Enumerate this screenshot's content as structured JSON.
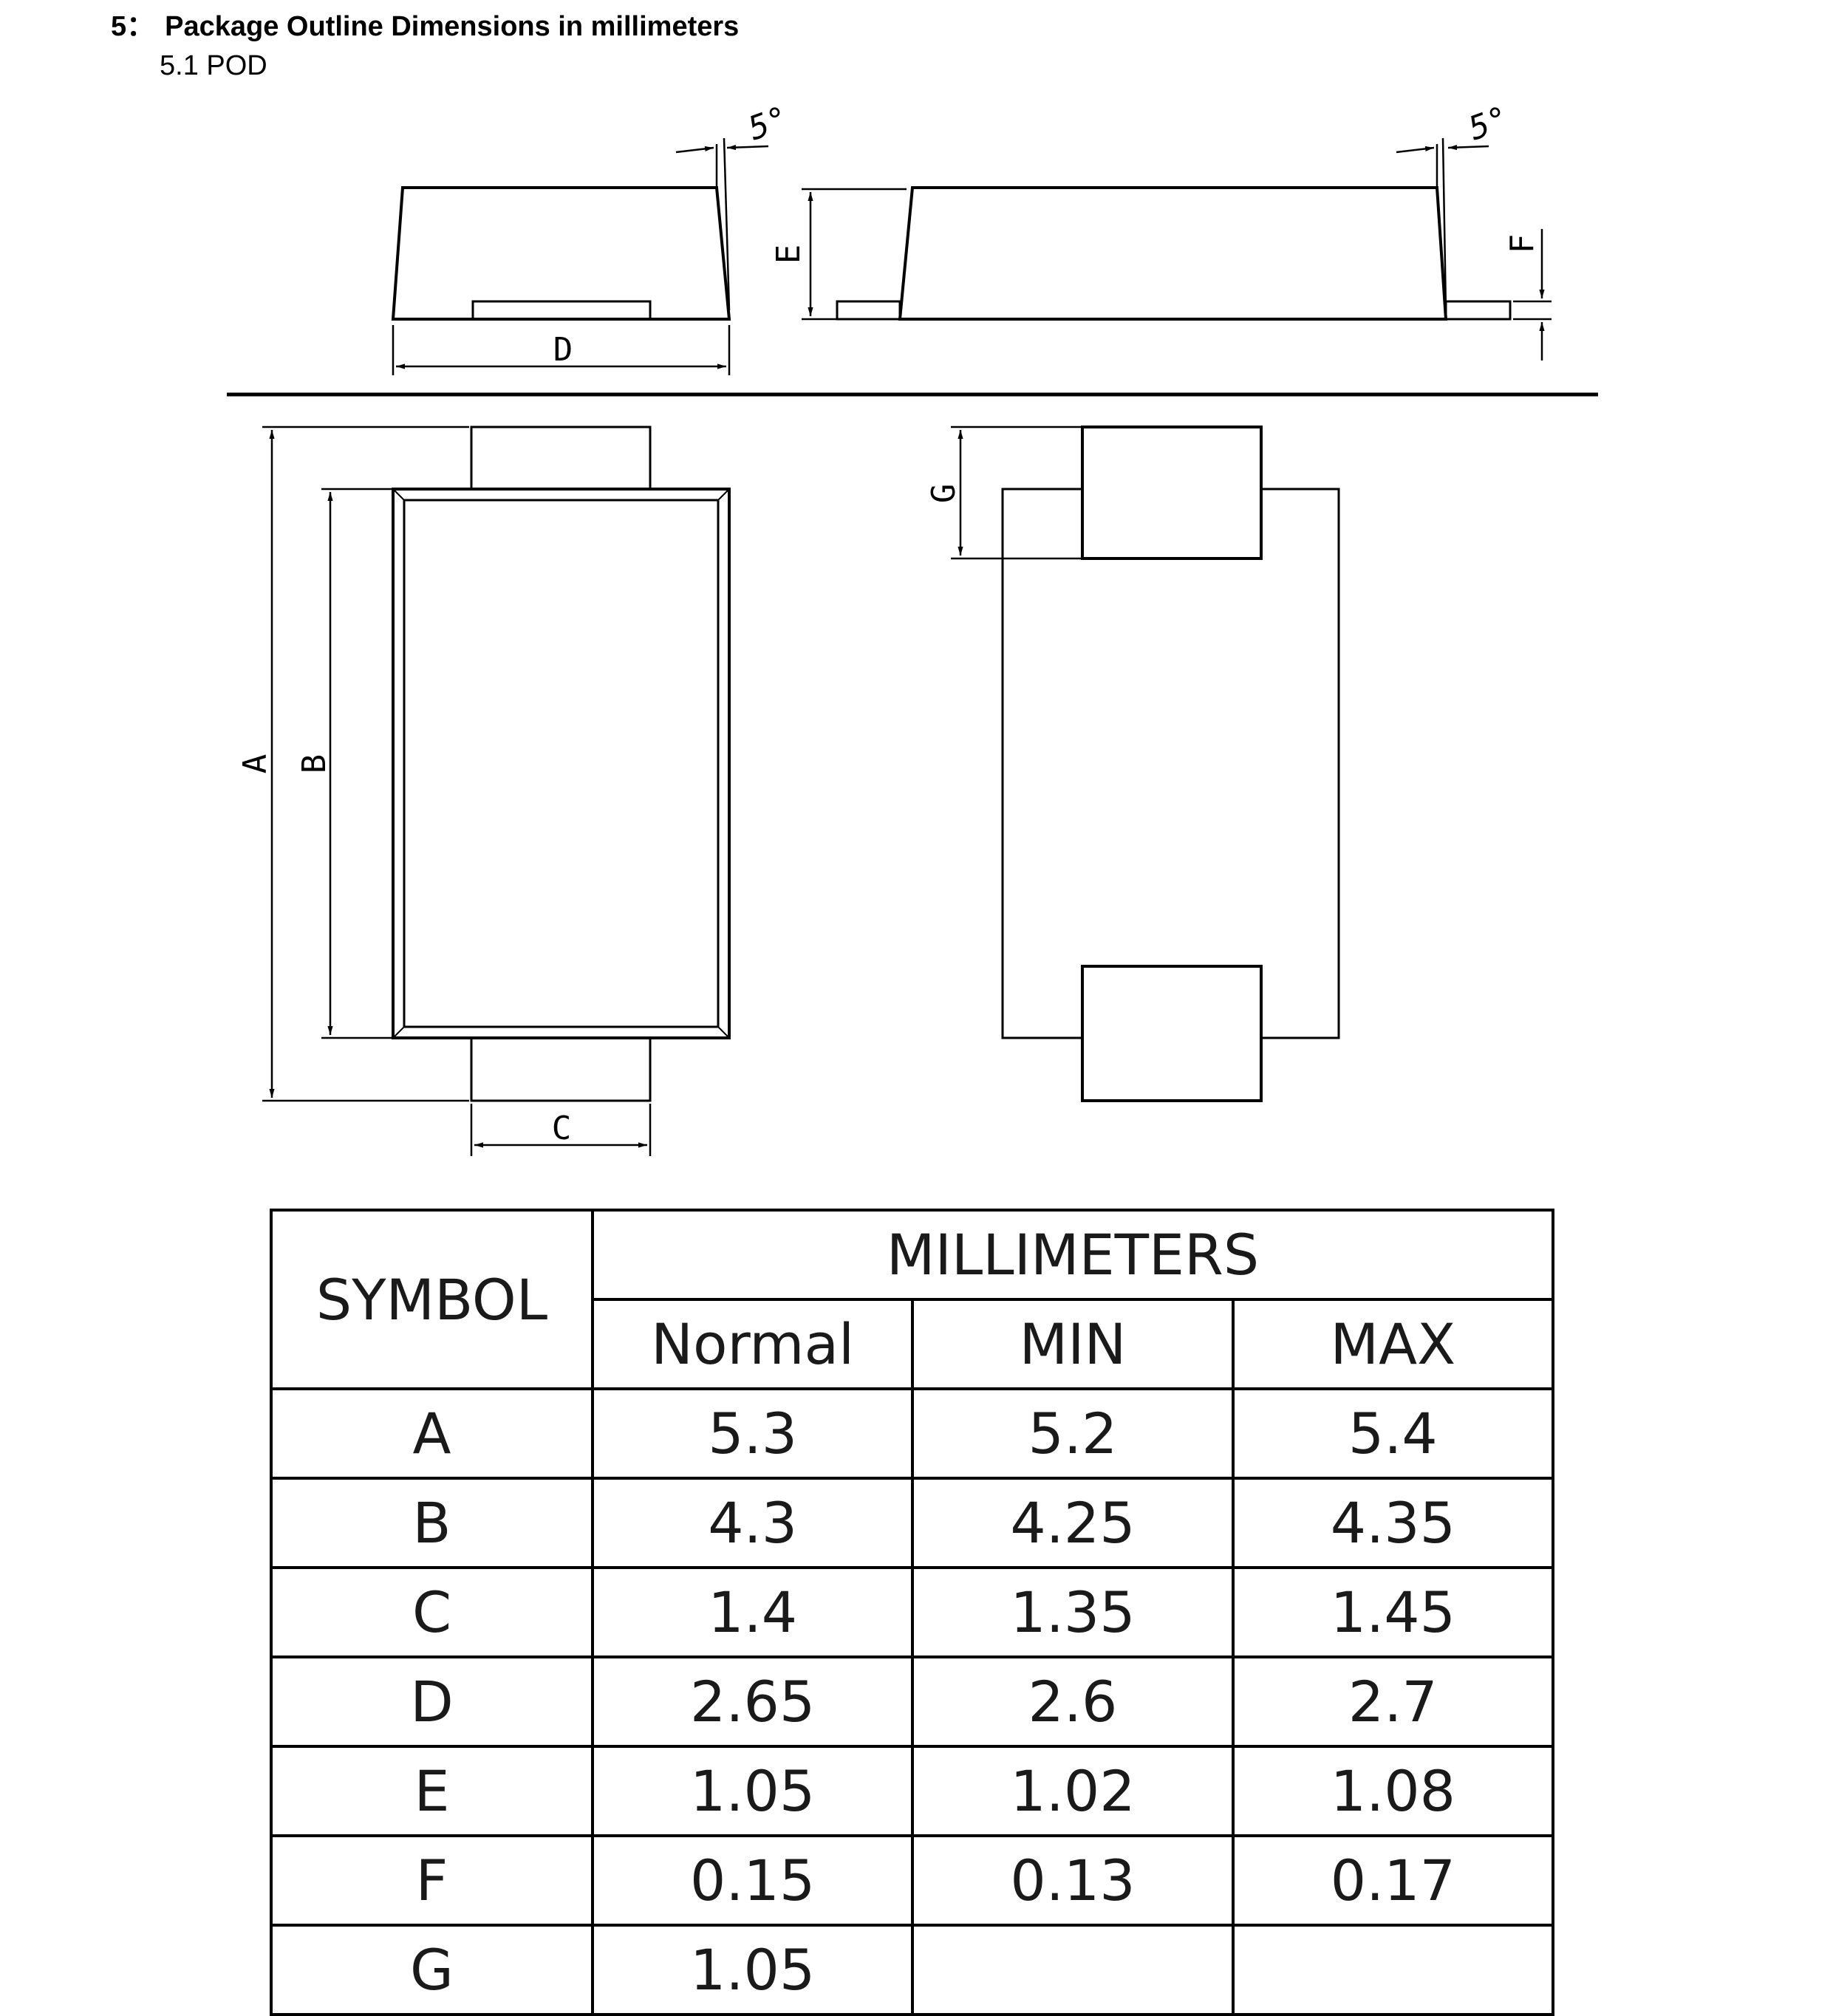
{
  "heading": {
    "number": "5：",
    "text": "Package Outline Dimensions in millimeters"
  },
  "subheading": "5.1 POD",
  "drawing": {
    "angle_left": "5°",
    "angle_right": "5°",
    "labels": {
      "A": "A",
      "B": "B",
      "C": "C",
      "D": "D",
      "E": "E",
      "F": "F",
      "G": "G"
    }
  },
  "table": {
    "symbol_header": "SYMBOL",
    "group_header": "MILLIMETERS",
    "columns": [
      "Normal",
      "MIN",
      "MAX"
    ],
    "rows": [
      {
        "symbol": "A",
        "normal": "5.3",
        "min": "5.2",
        "max": "5.4"
      },
      {
        "symbol": "B",
        "normal": "4.3",
        "min": "4.25",
        "max": "4.35"
      },
      {
        "symbol": "C",
        "normal": "1.4",
        "min": "1.35",
        "max": "1.45"
      },
      {
        "symbol": "D",
        "normal": "2.65",
        "min": "2.6",
        "max": "2.7"
      },
      {
        "symbol": "E",
        "normal": "1.05",
        "min": "1.02",
        "max": "1.08"
      },
      {
        "symbol": "F",
        "normal": "0.15",
        "min": "0.13",
        "max": "0.17"
      },
      {
        "symbol": "G",
        "normal": "1.05",
        "min": "",
        "max": ""
      }
    ]
  }
}
